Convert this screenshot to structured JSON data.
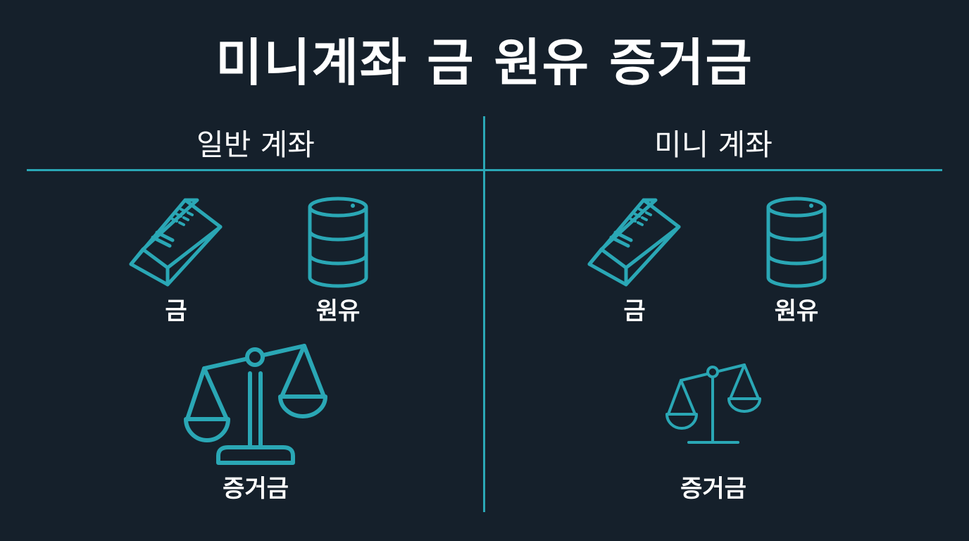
{
  "title": "미니계좌 금 원유 증거금",
  "columns": [
    {
      "header": "일반 계좌",
      "items": {
        "gold": "금",
        "oil": "원유",
        "margin": "증거금"
      }
    },
    {
      "header": "미니 계좌",
      "items": {
        "gold": "금",
        "oil": "원유",
        "margin": "증거금"
      }
    }
  ],
  "colors": {
    "background": "#15202b",
    "accent": "#2aa7b5",
    "text": "#ffffff"
  },
  "icons": [
    "gold-bar-icon",
    "oil-barrel-icon",
    "balance-scale-icon"
  ]
}
